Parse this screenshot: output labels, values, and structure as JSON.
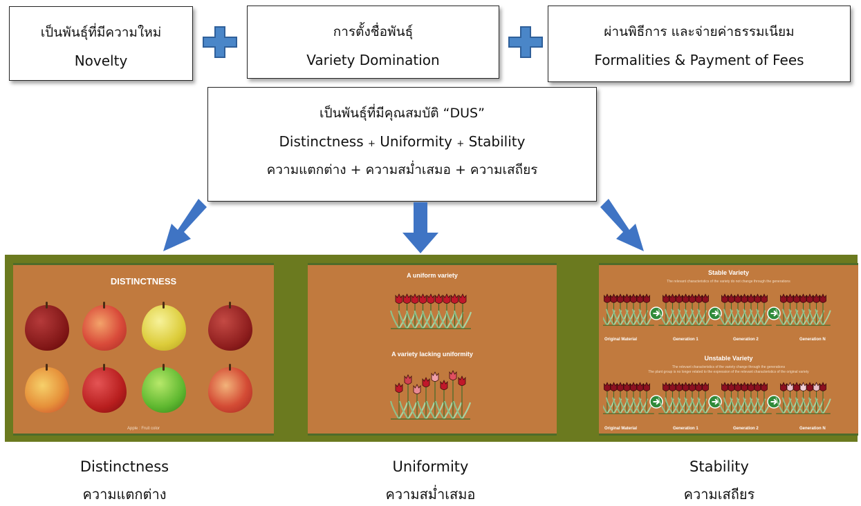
{
  "top_boxes": {
    "novelty": {
      "thai": "เป็นพันธุ์ที่มีความใหม่",
      "english": "Novelty"
    },
    "variety": {
      "thai": "การตั้งชื่อพันธุ์",
      "english": "Variety Domination"
    },
    "formalities": {
      "thai": "ผ่านพิธีการ และจ่ายค่าธรรมเนียม",
      "english": "Formalities & Payment of Fees"
    }
  },
  "dus_box": {
    "heading": "เป็นพันธุ์ที่มีคุณสมบัติ “DUS”",
    "distinctness": "Distinctness",
    "uniformity": "Uniformity",
    "stability": "Stability",
    "plus": "+",
    "thai_line": "ความแตกต่าง + ความสม่ำเสมอ + ความเสถียร"
  },
  "panels": {
    "distinctness": {
      "title": "DISTINCTNESS",
      "footer": "Apple : Fruit color"
    },
    "uniformity": {
      "title1": "A uniform variety",
      "title2": "A variety lacking uniformity"
    },
    "stability": {
      "title1": "Stable Variety",
      "sub1": "The relevant characteristics of the variety do not change through the generations",
      "title2": "Unstable Variety",
      "sub2a": "The relevant characteristics of the variety change through the generations",
      "sub2b": "The plant group is no longer related to the expression of the relevant characteristics of the original variety",
      "labels": [
        "Original Material",
        "Generation 1",
        "Generation 2",
        "Generation N"
      ]
    }
  },
  "captions": {
    "distinctness": {
      "english": "Distinctness",
      "thai": "ความแตกต่าง"
    },
    "uniformity": {
      "english": "Uniformity",
      "thai": "ความสม่ำเสมอ"
    },
    "stability": {
      "english": "Stability",
      "thai": "ความเสถียร"
    }
  },
  "colors": {
    "plus_fill": "#4a86c8",
    "arrow_fill": "#3f74c4",
    "band": "#6b7a1f",
    "panel": "#c17a3e"
  }
}
